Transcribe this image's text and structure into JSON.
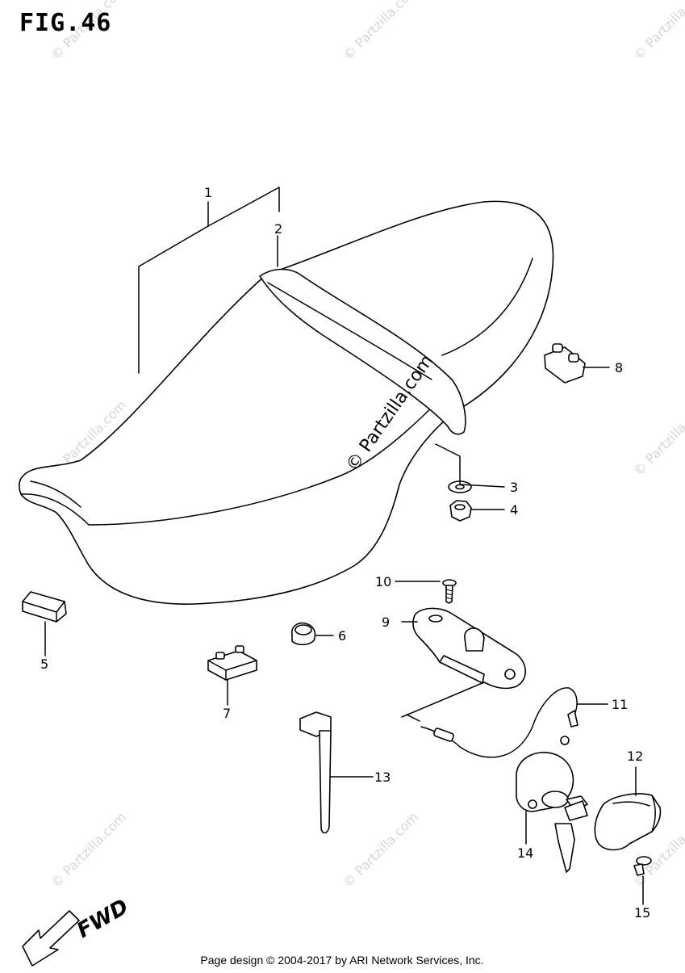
{
  "figure": {
    "title": "FIG.46"
  },
  "callouts": [
    {
      "id": "1",
      "label": "1"
    },
    {
      "id": "2",
      "label": "2"
    },
    {
      "id": "3",
      "label": "3"
    },
    {
      "id": "4",
      "label": "4"
    },
    {
      "id": "5",
      "label": "5"
    },
    {
      "id": "6",
      "label": "6"
    },
    {
      "id": "7",
      "label": "7"
    },
    {
      "id": "8",
      "label": "8"
    },
    {
      "id": "9",
      "label": "9"
    },
    {
      "id": "10",
      "label": "10"
    },
    {
      "id": "11",
      "label": "11"
    },
    {
      "id": "12",
      "label": "12"
    },
    {
      "id": "13",
      "label": "13"
    },
    {
      "id": "14",
      "label": "14"
    },
    {
      "id": "15",
      "label": "15"
    }
  ],
  "watermark": {
    "text": "© Partzilla.com"
  },
  "direction": {
    "label": "FWD"
  },
  "footer": {
    "text": "Page design © 2004-2017 by ARI Network Services, Inc."
  }
}
